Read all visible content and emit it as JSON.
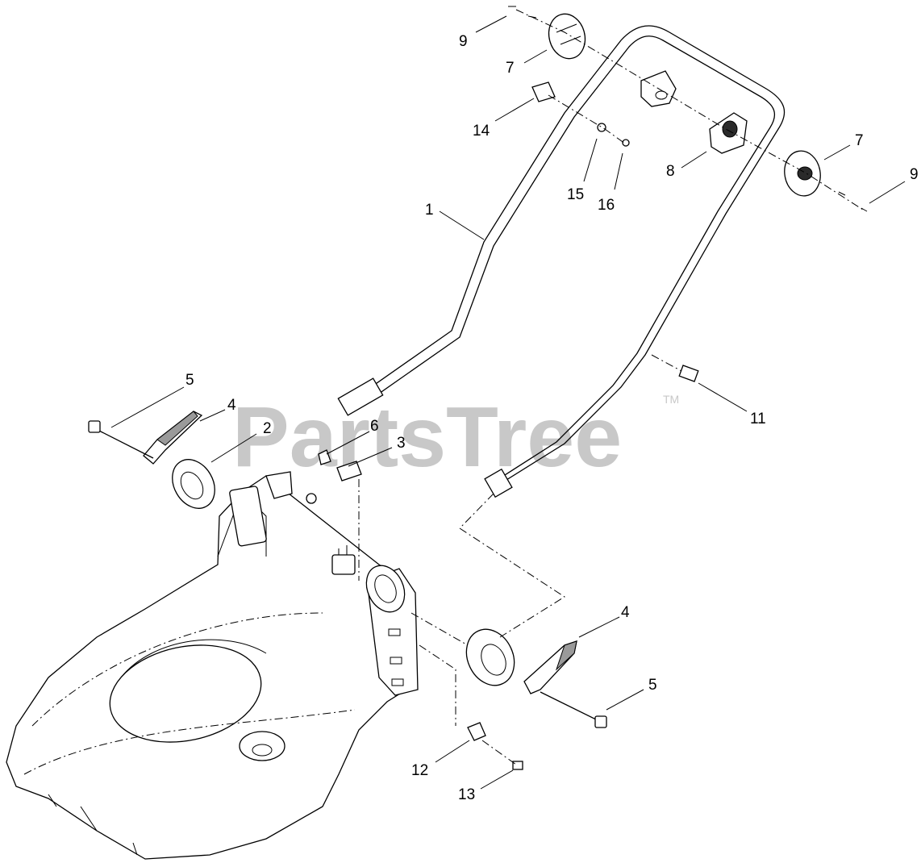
{
  "watermark": {
    "text": "PartsTree",
    "trademark": "TM"
  },
  "callouts": {
    "c1": "1",
    "c2": "2",
    "c3": "3",
    "c4a": "4",
    "c4b": "4",
    "c5a": "5",
    "c5b": "5",
    "c6": "6",
    "c7a": "7",
    "c7b": "7",
    "c8": "8",
    "c9a": "9",
    "c9b": "9",
    "c11": "11",
    "c12": "12",
    "c13": "13",
    "c14": "14",
    "c15": "15",
    "c16": "16"
  }
}
